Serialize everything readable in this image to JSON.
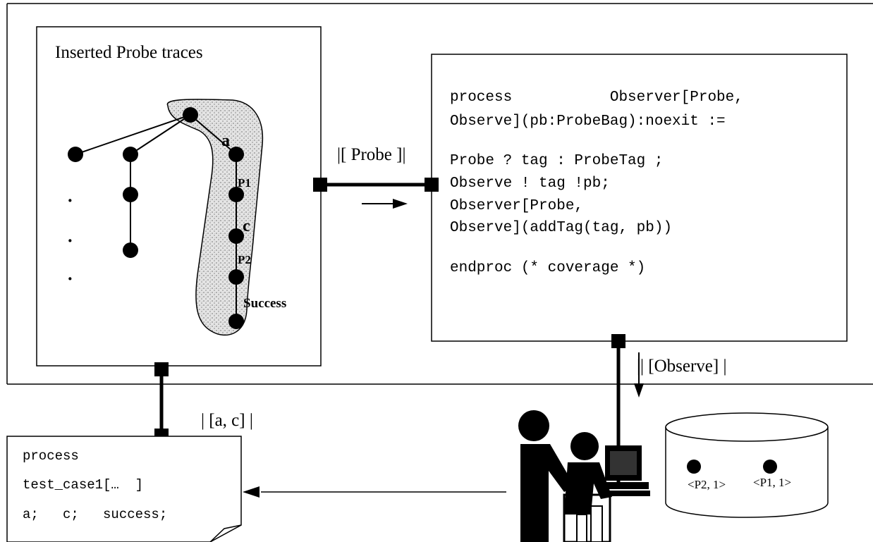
{
  "probe_panel": {
    "title": "Inserted Probe traces",
    "edge_labels": {
      "a": "a",
      "p1": "P1",
      "c": "c",
      "p2": "P2",
      "success": "Success"
    },
    "ellipsis": [
      "·",
      "·",
      "·"
    ]
  },
  "observer_panel": {
    "code": [
      "process           Observer[Probe,",
      "Observe](pb:ProbeBag):noexit :=",
      "",
      "Probe ? tag : ProbeTag ;",
      "Observe ! tag !pb;",
      "Observer[Probe,",
      "Observe](addTag(tag, pb))",
      "",
      "endproc (* coverage *)"
    ]
  },
  "gates": {
    "probe": "|[ Probe ]|",
    "observe": "|| [Observe] |",
    "ac": "| [a, c] |"
  },
  "test_case_doc": {
    "lines": [
      "process",
      "test_case1[…  ]",
      "a;   c;   success;"
    ]
  },
  "probe_bag": {
    "entries": [
      "<P2, 1>",
      "<P1, 1>"
    ]
  },
  "colors": {
    "ink": "#000000",
    "region_fill": "#d9d9d9",
    "background": "#ffffff"
  }
}
